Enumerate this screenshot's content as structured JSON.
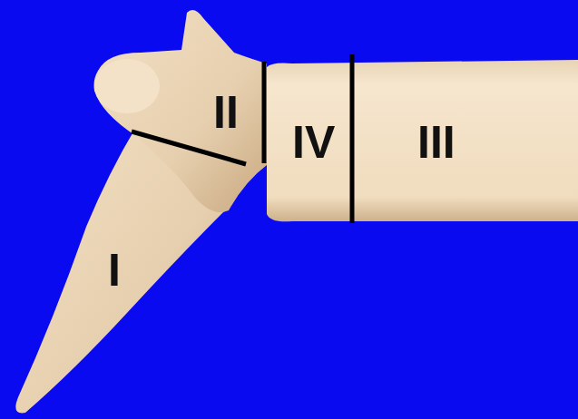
{
  "diagram": {
    "labels": [
      "II",
      "IV",
      "III",
      "I"
    ]
  }
}
